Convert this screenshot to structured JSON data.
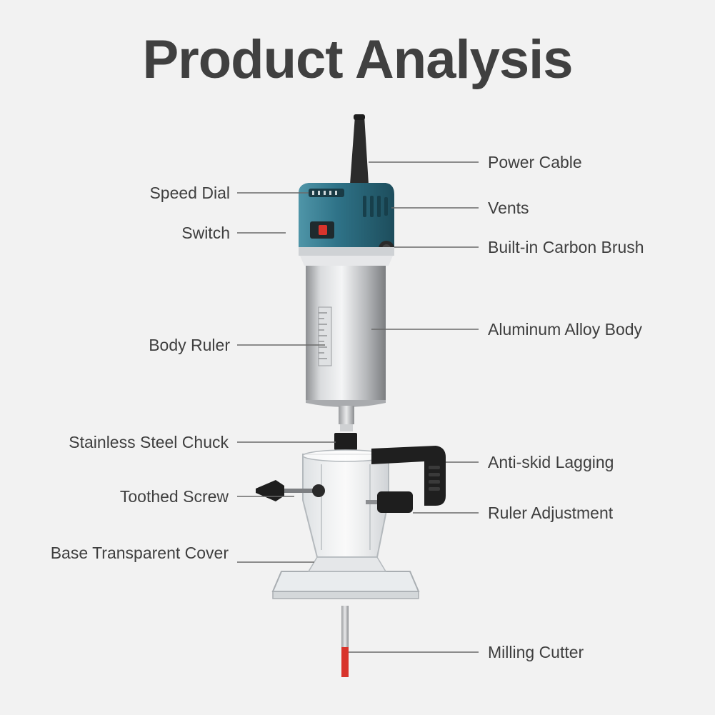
{
  "title": "Product Analysis",
  "labels": {
    "power_cable": "Power Cable",
    "speed_dial": "Speed Dial",
    "vents": "Vents",
    "switch": "Switch",
    "carbon_brush": "Built-in Carbon Brush",
    "aluminum_body": "Aluminum Alloy Body",
    "body_ruler": "Body Ruler",
    "chuck": "Stainless Steel Chuck",
    "anti_skid": "Anti-skid Lagging",
    "toothed_screw": "Toothed Screw",
    "ruler_adjustment": "Ruler Adjustment",
    "base_cover": "Base Transparent Cover",
    "milling_cutter": "Milling Cutter"
  },
  "colors": {
    "background": "#f2f2f2",
    "title": "#404040",
    "label_text": "#3f3f3f",
    "leader_line": "#6a6a6a",
    "motor_housing": "#2f7388",
    "switch_red": "#d8342c",
    "cutter_red": "#d8342c"
  }
}
